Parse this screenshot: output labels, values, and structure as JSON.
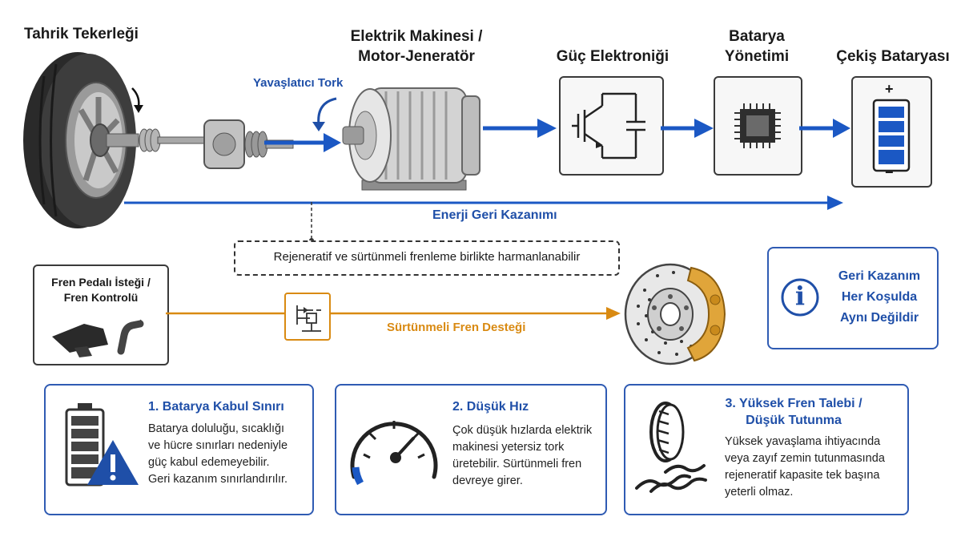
{
  "top_labels": {
    "wheel": "Tahrik Tekerleği",
    "motor_line1": "Elektrik Makinesi /",
    "motor_line2": "Motor-Jeneratör",
    "power_electronics": "Güç Elektroniği",
    "bms_line1": "Batarya",
    "bms_line2": "Yönetimi",
    "battery": "Çekiş Bataryası"
  },
  "flow_labels": {
    "decel_torque": "Yavaşlatıcı Tork",
    "energy_recovery": "Enerji Geri Kazanımı",
    "blend_note": "Rejeneratif ve sürtünmeli frenleme birlikte harmanlanabilir",
    "friction_support": "Sürtünmeli Fren Desteği"
  },
  "brake_request": {
    "line1": "Fren Pedalı İsteği /",
    "line2": "Fren Kontrolü"
  },
  "info_box": {
    "line1": "Geri Kazanım",
    "line2": "Her Koşulda",
    "line3": "Aynı Değildir",
    "icon_glyph": "i"
  },
  "battery_signs": {
    "plus": "+",
    "minus": "−"
  },
  "cards": [
    {
      "title": "1. Batarya Kabul Sınırı",
      "lines": [
        "Batarya doluluğu, sıcaklığı",
        "ve hücre sınırları nedeniyle",
        "güç kabul edemeyebilir.",
        "Geri kazanım sınırlandırılır."
      ]
    },
    {
      "title": "2. Düşük Hız",
      "lines": [
        "Çok düşük hızlarda elektrik",
        "makinesi yetersiz tork",
        "üretebilir. Sürtünmeli fren",
        "devreye girer."
      ]
    },
    {
      "title_line1": "3. Yüksek Fren Talebi /",
      "title_line2": "Düşük Tutunma",
      "lines": [
        "Yüksek yavaşlama ihtiyacında",
        "veya zayıf zemin tutunmasında",
        "rejeneratif kapasite tek başına",
        "yeterli olmaz."
      ]
    }
  ],
  "colors": {
    "primary_blue": "#1f4fa8",
    "arrow_blue": "#1b58c4",
    "friction_orange": "#d98a12",
    "caliper_gold": "#e0a53a",
    "warning_blue": "#1f4fa8"
  },
  "icons": [
    "wheel-icon",
    "motor-icon",
    "igbt-icon",
    "chip-icon",
    "battery-icon",
    "pedal-icon",
    "valve-icon",
    "brake-disc-icon",
    "info-icon",
    "battery-warning-icon",
    "speedometer-icon",
    "tire-skid-icon"
  ]
}
